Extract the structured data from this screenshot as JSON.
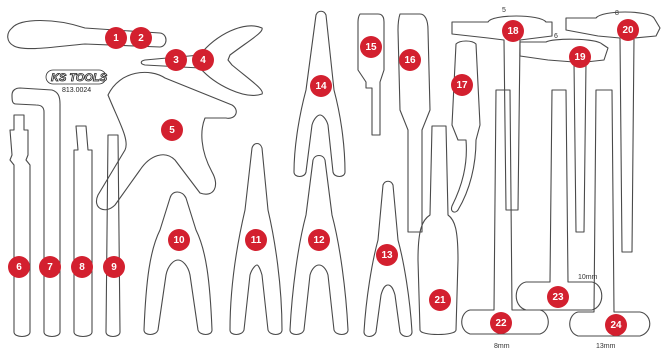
{
  "brand": {
    "logo_text": "KS TOOLS",
    "set_number": "813.0024"
  },
  "slots": [
    "1",
    "2",
    "3",
    "4",
    "5",
    "6",
    "7",
    "8",
    "9",
    "10",
    "11",
    "12",
    "13",
    "14",
    "15",
    "16",
    "17",
    "18",
    "19",
    "20",
    "21",
    "22",
    "23",
    "24"
  ],
  "size_labels": {
    "t18": "5",
    "t19": "6",
    "t20": "8",
    "t22": "8mm",
    "t23": "10mm",
    "t24": "13mm"
  },
  "colors": {
    "badge": "#d3202f",
    "outline": "#4a4a4a",
    "background": "#ffffff"
  }
}
